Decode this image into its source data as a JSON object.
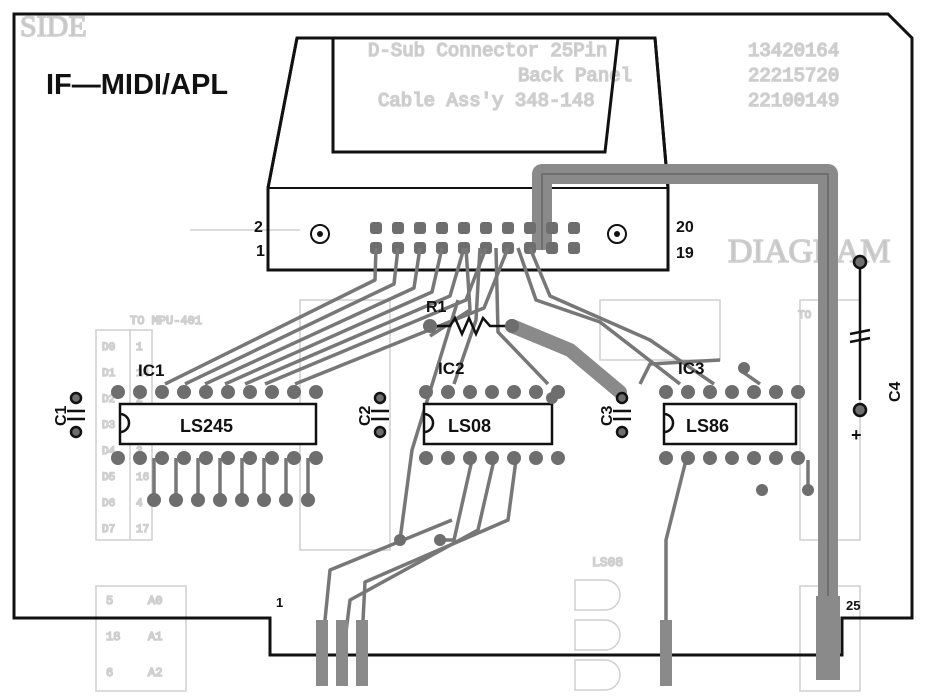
{
  "board": {
    "title": "IF—MIDI/APL",
    "connector": {
      "pin_2": "2",
      "pin_1": "1",
      "pin_20": "20",
      "pin_19": "19"
    },
    "edge_pins": {
      "left": "1",
      "right": "25"
    },
    "resistor": "R1",
    "ics": [
      {
        "ref": "IC1",
        "part": "LS245"
      },
      {
        "ref": "IC2",
        "part": "LS08"
      },
      {
        "ref": "IC3",
        "part": "LS86"
      }
    ],
    "capacitors": [
      "C1",
      "C2",
      "C3",
      "C4"
    ],
    "polarity_plus": "+"
  },
  "background_print": {
    "side_heading": "SIDE",
    "parts_list": [
      {
        "part_no": "13420164",
        "desc": "D-Sub Connector 25Pin"
      },
      {
        "part_no": "22215720",
        "desc": "Back Panel"
      },
      {
        "part_no": "22100149",
        "desc": "Cable Ass'y 348-148"
      }
    ],
    "diagram_heading": "DIAGRAM",
    "to_mpu": "TO MPU-401",
    "to_right": "TO",
    "left_table": [
      "D0",
      "D1",
      "D2",
      "D3",
      "D4",
      "D5",
      "D6",
      "D7"
    ],
    "left_pins": [
      "1",
      "14",
      "2",
      "15",
      "3",
      "16",
      "4",
      "17"
    ],
    "bottom_table": [
      {
        "name": "A0",
        "pin": "5"
      },
      {
        "name": "A1",
        "pin": "18"
      },
      {
        "name": "A2",
        "pin": "6"
      }
    ],
    "ls08_ghost": "LS08",
    "colors": {
      "ink": "#111111",
      "ghost": "#b8b8b8",
      "paper": "#ffffff"
    }
  }
}
